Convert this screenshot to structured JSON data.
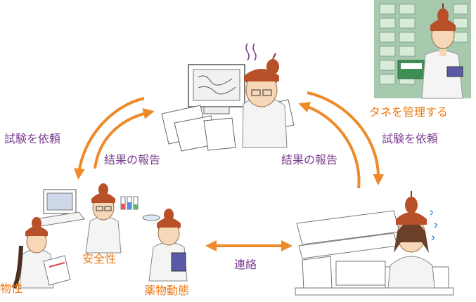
{
  "labels": {
    "request_left": "試験を依頼",
    "report_left": "結果の報告",
    "report_right": "結果の報告",
    "request_right": "試験を依頼",
    "manage_seeds": "タネを管理する",
    "contact": "連絡",
    "safety": "安全性",
    "pharmacokinetics": "薬物動態",
    "physical_properties": "物性"
  },
  "colors": {
    "arrow": "#ee8a2a",
    "label_purple": "#7a3d8f",
    "label_orange": "#ee7a14",
    "seed_hat": "#b8502a",
    "storage_wall": "#9fc3a8"
  }
}
